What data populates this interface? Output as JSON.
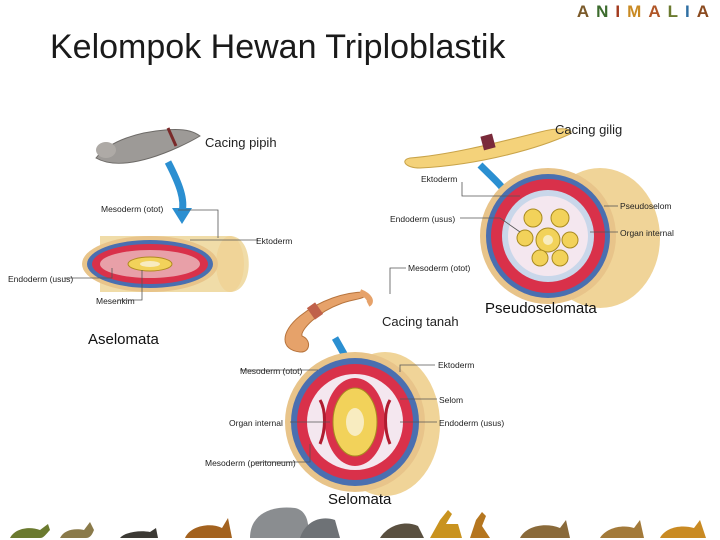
{
  "title": "Kelompok Hewan Triploblastik",
  "logo": {
    "letters": [
      "A",
      "N",
      "I",
      "M",
      "A",
      "L",
      "I",
      "A"
    ]
  },
  "sections": {
    "acoelomate": "Aselomata",
    "pseudocoelomate": "Pseudoselomata",
    "coelomate": "Selomata"
  },
  "animals": {
    "flatworm": "Cacing pipih",
    "roundworm": "Cacing gilig",
    "earthworm": "Cacing tanah"
  },
  "acoelomate_labels": {
    "mesoderm": "Mesoderm (otot)",
    "ectoderm": "Ektoderm",
    "endoderm": "Endoderm (usus)",
    "mesenchyme": "Mesenkim"
  },
  "pseudocoelomate_labels": {
    "ectoderm": "Ektoderm",
    "pseudocoel": "Pseudoselom",
    "endoderm": "Endoderm (usus)",
    "internal_organ": "Organ internal",
    "mesoderm": "Mesoderm (otot)"
  },
  "coelomate_labels": {
    "ectoderm": "Ektoderm",
    "mesoderm": "Mesoderm (otot)",
    "coelom": "Selom",
    "internal_organ": "Organ internal",
    "endoderm": "Endoderm (usus)",
    "peritoneum": "Mesoderm (peritoneum)"
  },
  "colors": {
    "ectoderm": "#e8c48a",
    "mesoderm": "#d9314a",
    "cavity": "#f4e7ef",
    "pseudocoel_fill": "#c9d7ea",
    "endoderm": "#f2d25a",
    "gut": "#f8ecc0",
    "blue_arrow": "#2b8fd1",
    "worm_yellow": "#f4d27a",
    "earthworm": "#e6a26a",
    "flatworm": "#9d9a97"
  }
}
